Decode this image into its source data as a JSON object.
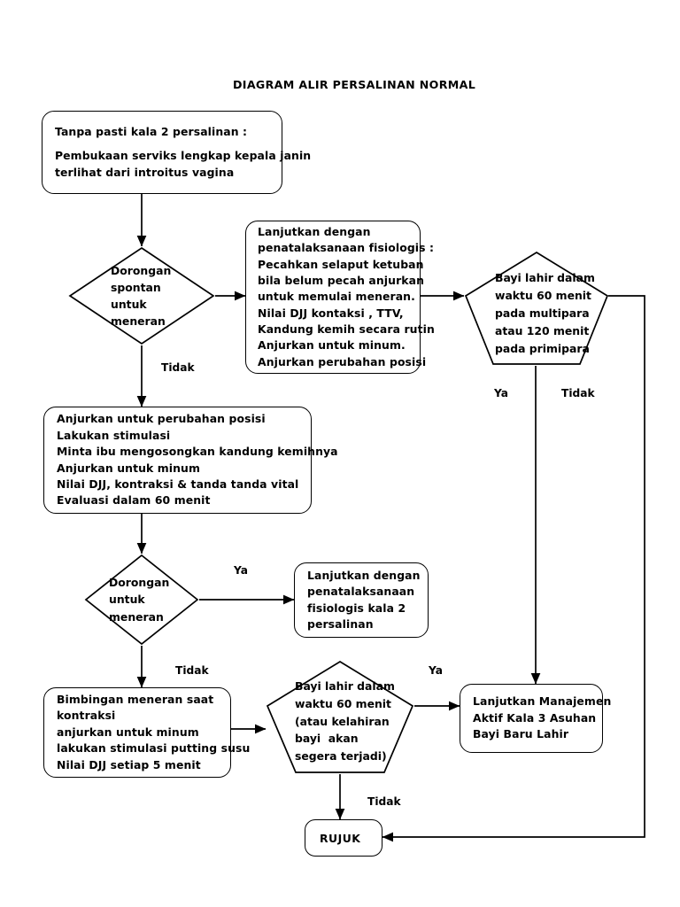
{
  "title": "DIAGRAM ALIR PERSALINAN NORMAL",
  "colors": {
    "stroke": "#000000",
    "fill": "#ffffff",
    "text": "#000000"
  },
  "nodes": {
    "start_box": {
      "kind": "rounded-box",
      "lines": [
        "Tanpa pasti kala 2 persalinan :",
        "",
        "Pembukaan serviks lengkap kepala janin",
        "terlihat dari introitus vagina"
      ]
    },
    "decision_spontan": {
      "kind": "diamond",
      "lines": [
        "Dorongan",
        "spontan",
        "untuk",
        "meneran"
      ]
    },
    "fisiologis_box": {
      "kind": "rounded-box",
      "lines": [
        "Lanjutkan dengan",
        "penatalaksanaan fisiologis :",
        "Pecahkan selaput ketuban",
        "bila belum pecah anjurkan",
        "untuk memulai meneran.",
        "Nilai DJJ kontaksi , TTV,",
        "Kandung kemih secara rutin",
        "Anjurkan untuk minum.",
        "Anjurkan perubahan posisi"
      ]
    },
    "pentagon_60_120": {
      "kind": "pentagon",
      "lines": [
        "Bayi lahir dalam",
        "waktu 60 menit",
        "pada multipara",
        "atau 120 menit",
        "pada primipara"
      ]
    },
    "perubahan_posisi_box": {
      "kind": "rounded-box",
      "lines": [
        "Anjurkan untuk perubahan posisi",
        "Lakukan stimulasi",
        "Minta ibu mengosongkan kandung kemihnya",
        "Anjurkan untuk minum",
        "Nilai DJJ, kontraksi & tanda tanda vital",
        "Evaluasi dalam 60 menit"
      ]
    },
    "decision_dorongan": {
      "kind": "diamond",
      "lines": [
        "Dorongan",
        "untuk",
        "meneran"
      ]
    },
    "fisiologis_kala2_box": {
      "kind": "rounded-box",
      "lines": [
        "Lanjutkan dengan",
        "penatalaksanaan",
        "fisiologis kala 2",
        "persalinan"
      ]
    },
    "bimbingan_box": {
      "kind": "rounded-box",
      "lines": [
        "Bimbingan meneran saat",
        "kontraksi",
        "anjurkan untuk minum",
        "lakukan stimulasi putting susu",
        "Nilai DJJ setiap 5 menit"
      ]
    },
    "pentagon_60_segera": {
      "kind": "pentagon",
      "lines": [
        "Bayi lahir dalam",
        "waktu 60 menit",
        "(atau kelahiran",
        "bayi  akan",
        "segera terjadi)"
      ]
    },
    "manajemen_aktif_box": {
      "kind": "rounded-box",
      "lines": [
        "Lanjutkan Manajemen",
        "Aktif Kala 3 Asuhan",
        "Bayi Baru Lahir"
      ]
    },
    "rujuk_box": {
      "kind": "rounded-box",
      "lines": [
        "RUJUK"
      ]
    }
  },
  "edge_labels": {
    "tidak_spontan": "Tidak",
    "ya_pentagon1": "Ya",
    "tidak_pentagon1": "Tidak",
    "ya_dorongan": "Ya",
    "tidak_dorongan": "Tidak",
    "ya_pentagon2": "Ya",
    "tidak_pentagon2": "Tidak"
  }
}
